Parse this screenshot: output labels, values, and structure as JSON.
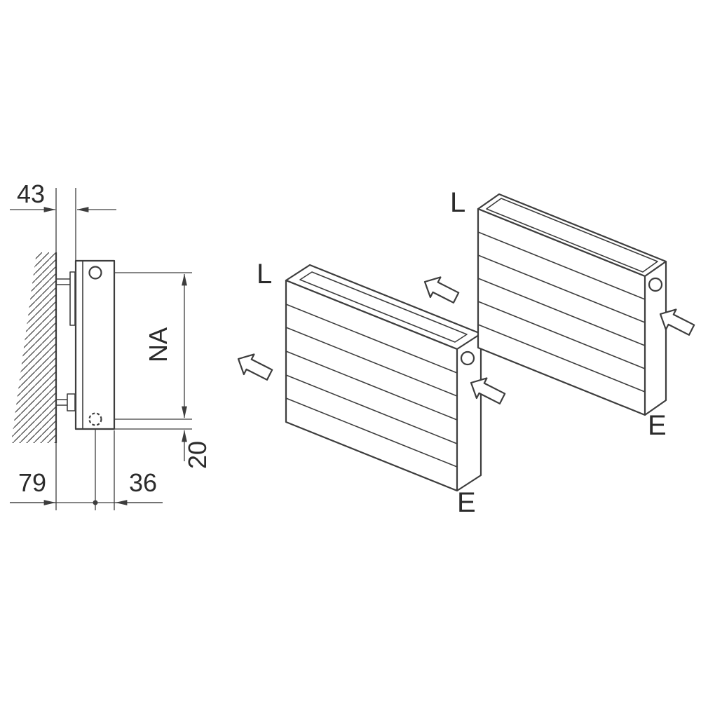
{
  "colors": {
    "background": "#ffffff",
    "line-color": "#3d3d3d",
    "text-color": "#2b2b2b"
  },
  "side_view": {
    "dim_wall_clearance": "43",
    "dim_connection_height": "NA",
    "dim_wall_to_pipe_center": "79",
    "dim_pipe_center_to_front": "36",
    "dim_bottom_offset": "20"
  },
  "isometric_views": {
    "open_top_radiator": {
      "supply_label": "L",
      "return_label": "E"
    },
    "grille_top_radiator": {
      "supply_label": "L",
      "return_label": "E"
    }
  }
}
